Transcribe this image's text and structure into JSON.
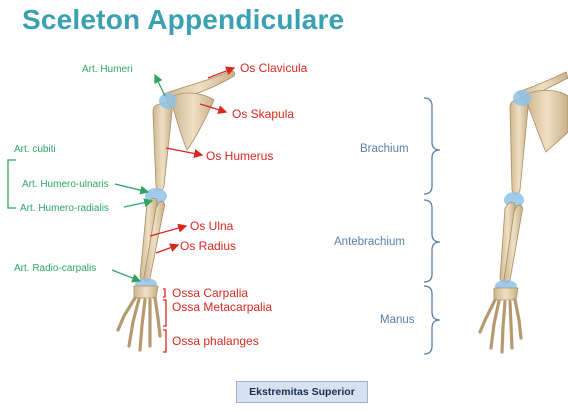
{
  "title": "Sceleton Appendiculare",
  "left_arm": {
    "bones": {
      "clavicula": "Os Clavicula",
      "scapula": "Os Skapula",
      "humerus": "Os Humerus",
      "ulna": "Os Ulna",
      "radius": "Os Radius",
      "carpalia": "Ossa Carpalia",
      "metacarpalia": "Ossa Metacarpalia",
      "phalanges": "Ossa phalanges"
    },
    "joints": {
      "humeri": "Art. Humeri",
      "cubiti": "Art. cubiti",
      "humero_ulnaris": "Art. Humero-ulnaris",
      "humero_radialis": "Art. Humero-radialis",
      "radio_carpalis": "Art. Radio-carpalis"
    }
  },
  "right_arm": {
    "regions": {
      "brachium": "Brachium",
      "antebrachium": "Antebrachium",
      "manus": "Manus"
    }
  },
  "caption": "Ekstremitas Superior",
  "colors": {
    "title": "#3aa0b2",
    "bone_label": "#d8291f",
    "joint_label": "#2fa565",
    "region_label": "#5b7fa6",
    "bone": "#e6d4b2",
    "joint": "#8fc2e6"
  }
}
